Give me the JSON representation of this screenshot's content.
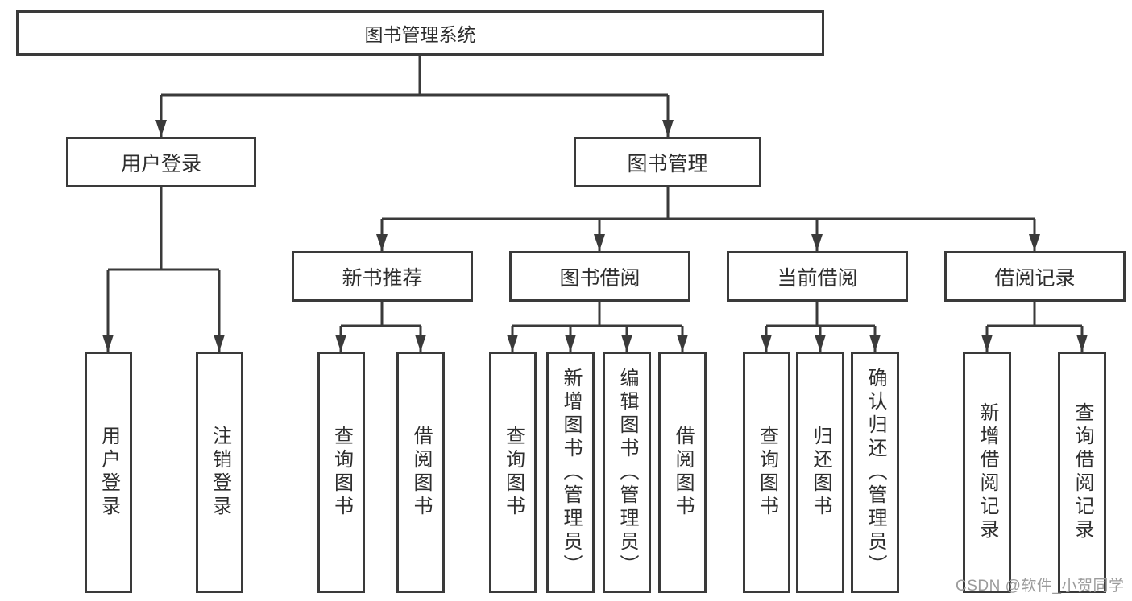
{
  "watermark": "CSDN @软件_小贺同学",
  "colors": {
    "line": "#3a3a3a",
    "text": "#2e2e2e",
    "watermark": "#9b9b9b",
    "background": "#ffffff"
  },
  "tree": {
    "root": {
      "label": "图书管理系统"
    },
    "branches": [
      {
        "label": "用户登录",
        "children": [
          {
            "label": "用户登录"
          },
          {
            "label": "注销登录"
          }
        ]
      },
      {
        "label": "图书管理",
        "children": [
          {
            "label": "新书推荐",
            "children": [
              {
                "label": "查询图书"
              },
              {
                "label": "借阅图书"
              }
            ]
          },
          {
            "label": "图书借阅",
            "children": [
              {
                "label": "查询图书"
              },
              {
                "label": "新增图书（管理员）"
              },
              {
                "label": "编辑图书（管理员）"
              },
              {
                "label": "借阅图书"
              }
            ]
          },
          {
            "label": "当前借阅",
            "children": [
              {
                "label": "查询图书"
              },
              {
                "label": "归还图书"
              },
              {
                "label": "确认归还（管理员）"
              }
            ]
          },
          {
            "label": "借阅记录",
            "children": [
              {
                "label": "新增借阅记录"
              },
              {
                "label": "查询借阅记录"
              }
            ]
          }
        ]
      }
    ]
  }
}
